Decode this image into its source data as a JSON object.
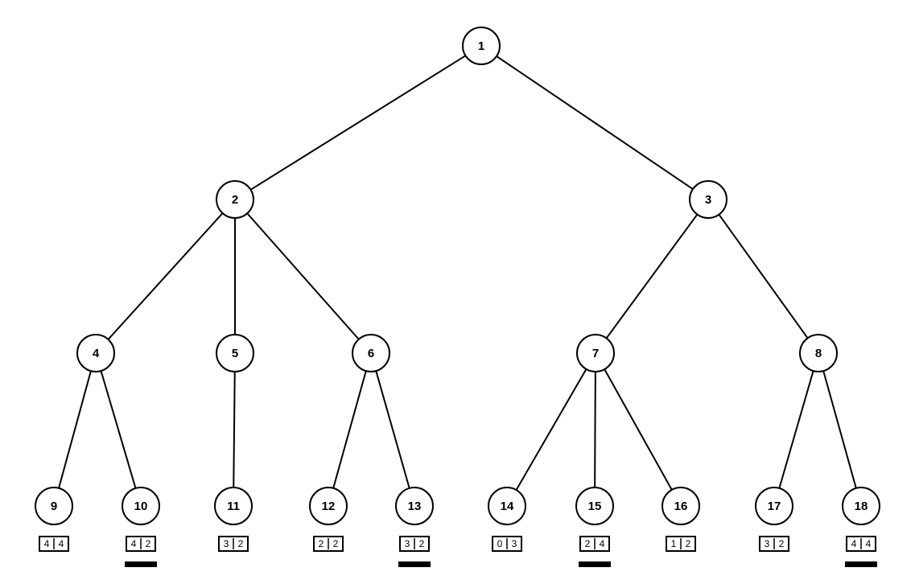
{
  "nodes": [
    {
      "id": "1",
      "label": "1"
    },
    {
      "id": "2",
      "label": "2"
    },
    {
      "id": "3",
      "label": "3"
    },
    {
      "id": "4",
      "label": "4"
    },
    {
      "id": "5",
      "label": "5"
    },
    {
      "id": "6",
      "label": "6"
    },
    {
      "id": "7",
      "label": "7"
    },
    {
      "id": "8",
      "label": "8"
    },
    {
      "id": "9",
      "label": "9",
      "payoff": [
        "4",
        "4"
      ],
      "marked": false
    },
    {
      "id": "10",
      "label": "10",
      "payoff": [
        "4",
        "2"
      ],
      "marked": true
    },
    {
      "id": "11",
      "label": "11",
      "payoff": [
        "3",
        "2"
      ],
      "marked": false
    },
    {
      "id": "12",
      "label": "12",
      "payoff": [
        "2",
        "2"
      ],
      "marked": false
    },
    {
      "id": "13",
      "label": "13",
      "payoff": [
        "3",
        "2"
      ],
      "marked": true
    },
    {
      "id": "14",
      "label": "14",
      "payoff": [
        "0",
        "3"
      ],
      "marked": false
    },
    {
      "id": "15",
      "label": "15",
      "payoff": [
        "2",
        "4"
      ],
      "marked": true
    },
    {
      "id": "16",
      "label": "16",
      "payoff": [
        "1",
        "2"
      ],
      "marked": false
    },
    {
      "id": "17",
      "label": "17",
      "payoff": [
        "3",
        "2"
      ],
      "marked": false
    },
    {
      "id": "18",
      "label": "18",
      "payoff": [
        "4",
        "4"
      ],
      "marked": true
    }
  ],
  "edges": [
    [
      "1",
      "2"
    ],
    [
      "1",
      "3"
    ],
    [
      "2",
      "4"
    ],
    [
      "2",
      "5"
    ],
    [
      "2",
      "6"
    ],
    [
      "3",
      "7"
    ],
    [
      "3",
      "8"
    ],
    [
      "4",
      "9"
    ],
    [
      "4",
      "10"
    ],
    [
      "5",
      "11"
    ],
    [
      "6",
      "12"
    ],
    [
      "6",
      "13"
    ],
    [
      "7",
      "14"
    ],
    [
      "7",
      "15"
    ],
    [
      "7",
      "16"
    ],
    [
      "8",
      "17"
    ],
    [
      "8",
      "18"
    ]
  ]
}
